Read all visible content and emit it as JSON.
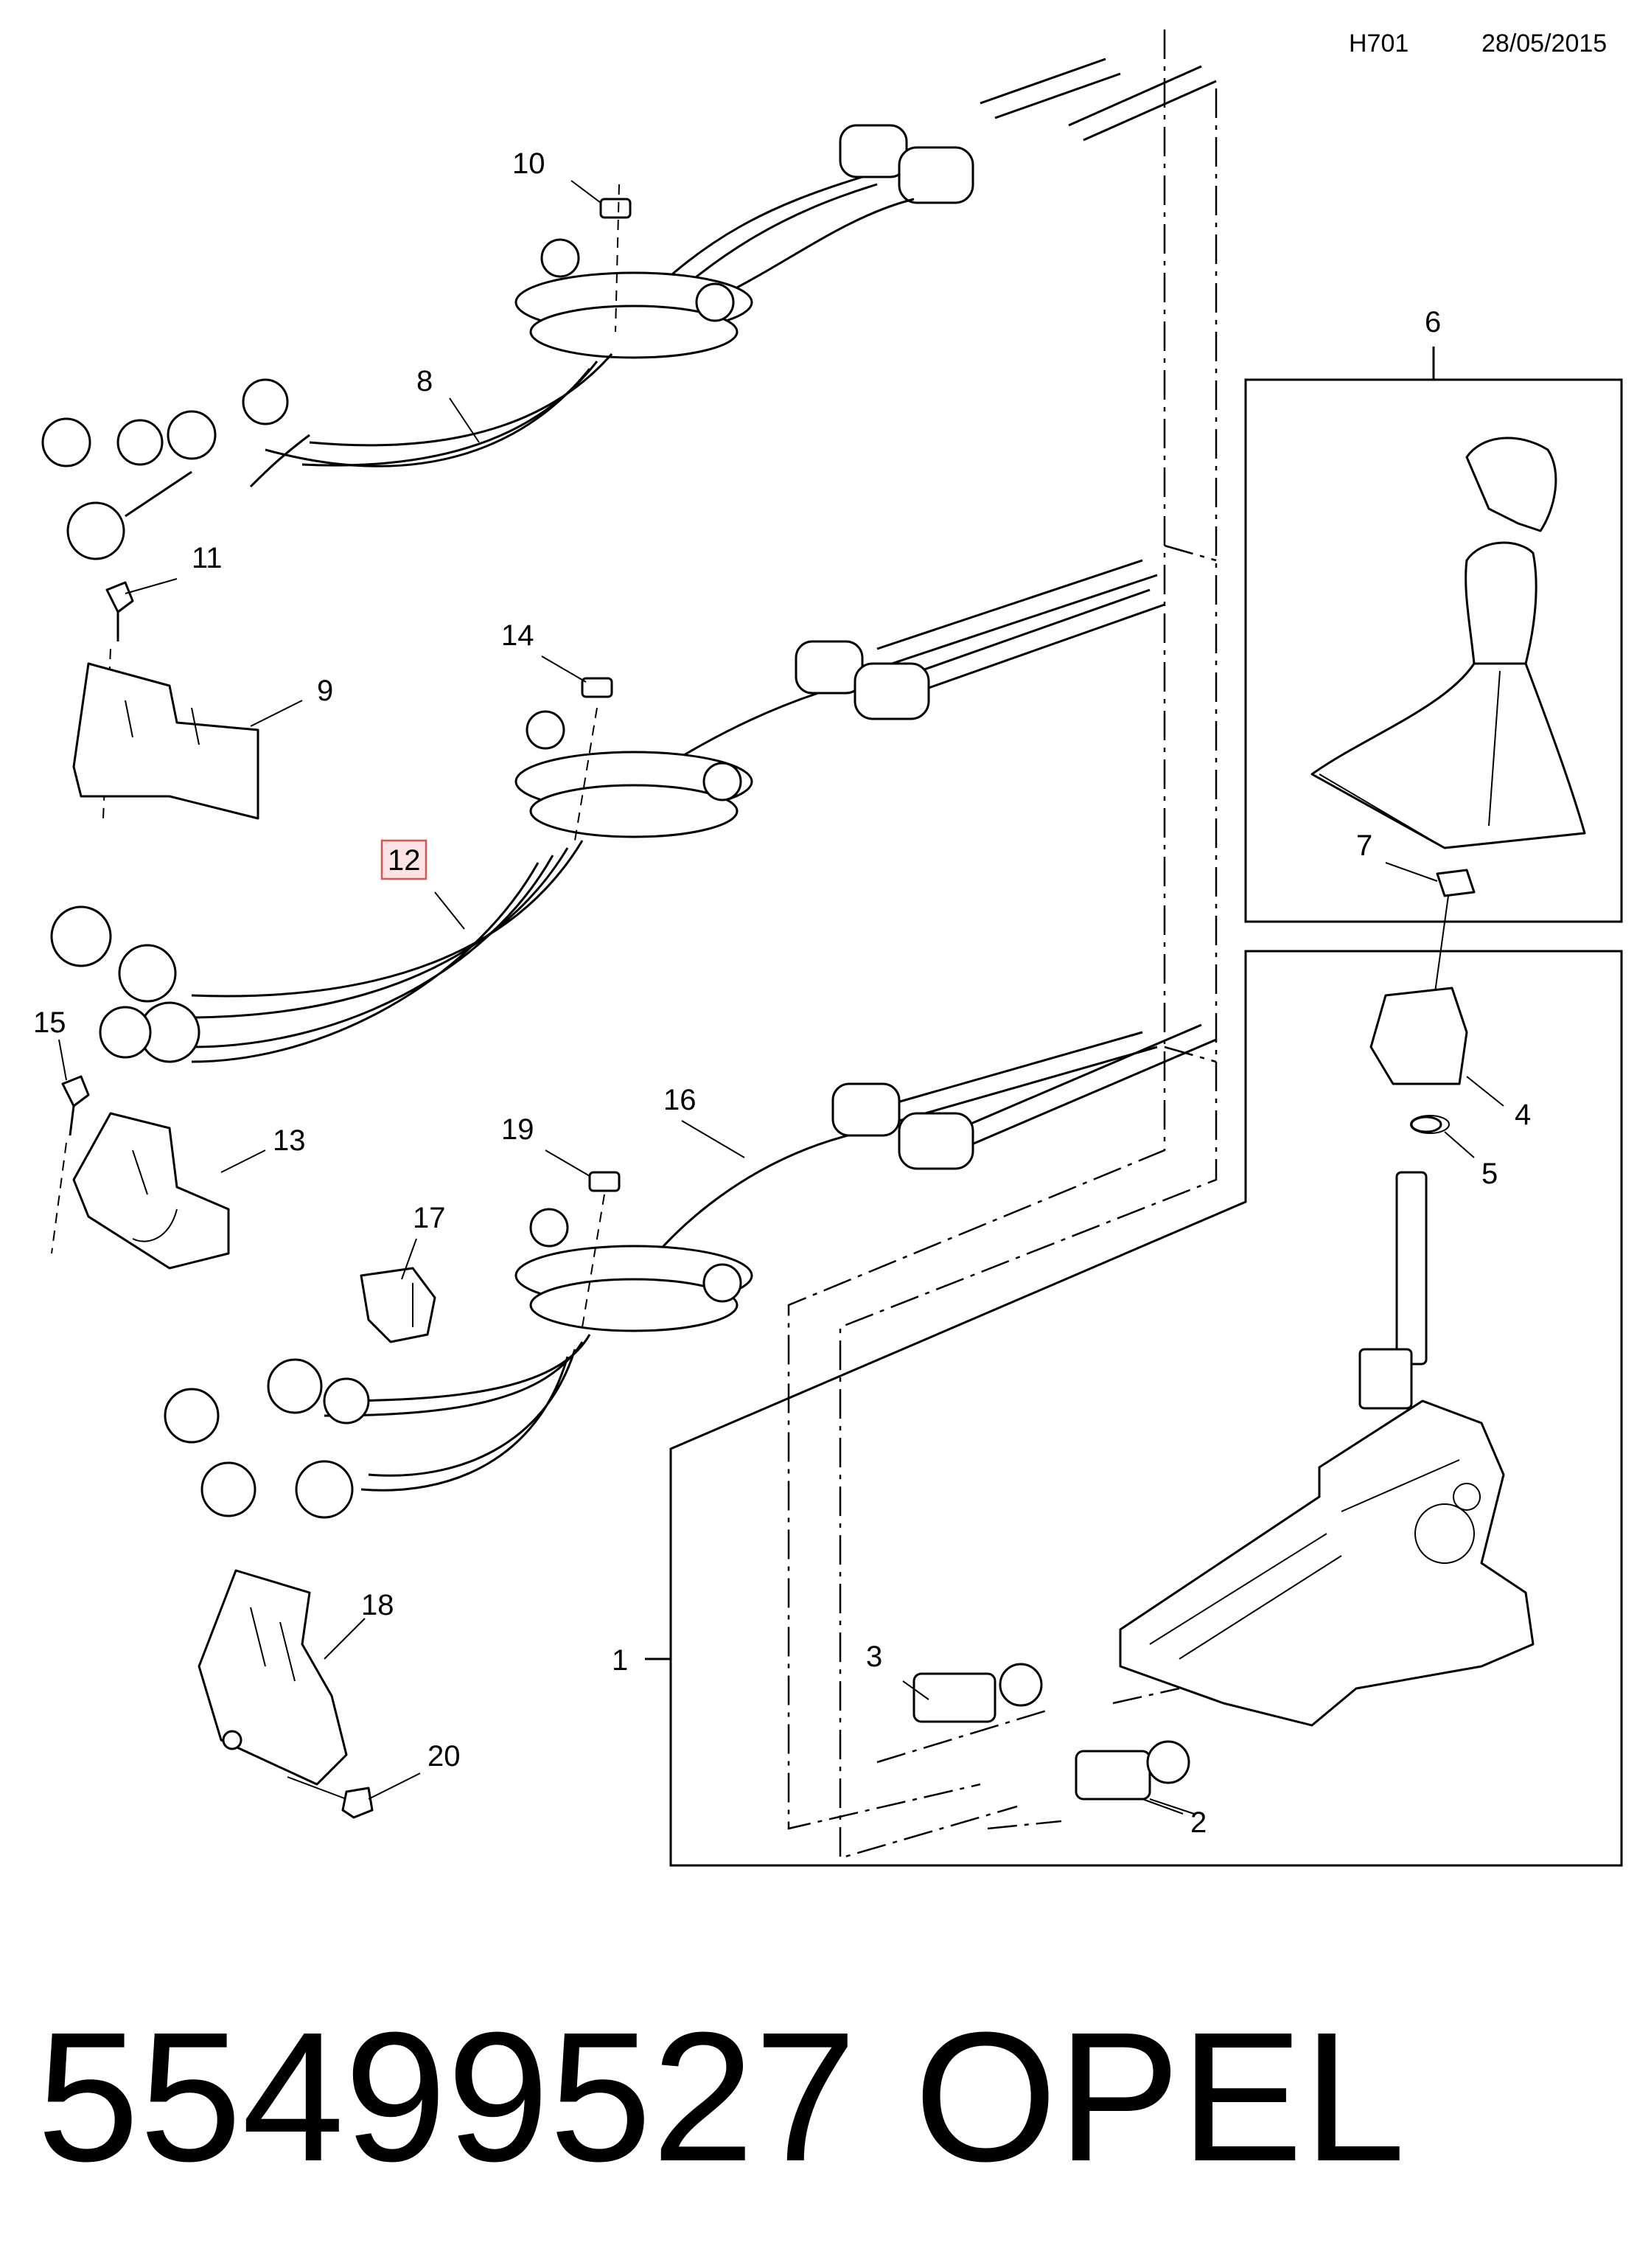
{
  "header": {
    "code": "H701",
    "date": "28/05/2015"
  },
  "callouts": {
    "c1": "1",
    "c2": "2",
    "c3": "3",
    "c4": "4",
    "c5": "5",
    "c6": "6",
    "c7": "7",
    "c8": "8",
    "c9": "9",
    "c10": "10",
    "c11": "11",
    "c12": "12",
    "c13": "13",
    "c14": "14",
    "c15": "15",
    "c16": "16",
    "c17": "17",
    "c18": "18",
    "c19": "19",
    "c20": "20"
  },
  "highlighted_callout": "12",
  "footer": {
    "part_number": "55499527",
    "brand": "OPEL"
  }
}
